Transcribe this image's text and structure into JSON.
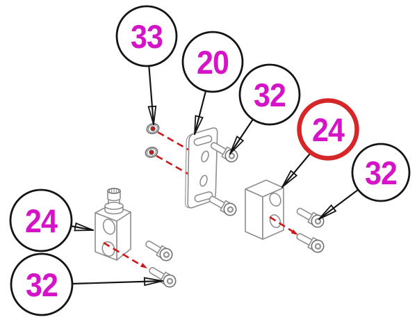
{
  "diagram": {
    "type": "exploded-parts-diagram",
    "background": "#ffffff",
    "colors": {
      "callout_number": "#d414c6",
      "callout_ring": "#141414",
      "highlight_ring": "#d62628",
      "leader_line": "#141414",
      "centerline_red": "#cf1717",
      "part_outline": "#8e8e8e"
    },
    "callouts": [
      {
        "label": "33",
        "highlighted": false
      },
      {
        "label": "20",
        "highlighted": false
      },
      {
        "label": "32",
        "highlighted": false
      },
      {
        "label": "24",
        "highlighted": true
      },
      {
        "label": "32",
        "highlighted": false
      },
      {
        "label": "24",
        "highlighted": false
      },
      {
        "label": "32",
        "highlighted": false
      }
    ]
  }
}
